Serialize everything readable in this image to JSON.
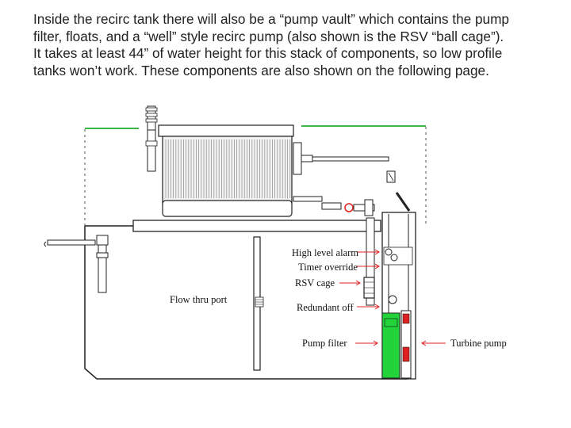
{
  "caption": {
    "lines": [
      "Inside the recirc tank there will also be a “pump vault” which contains the pump",
      "filter, floats, and a “well” style recirc pump (also shown is the RSV “ball cage”).",
      "It takes at least 44” of water height for this stack of components, so low profile",
      "tanks won’t work. These components are also shown on the following page."
    ]
  },
  "diagram": {
    "labels": {
      "high_level_alarm": "High level alarm",
      "timer_override": "Timer override",
      "rsv_cage": "RSV cage",
      "flow_thru_port": "Flow thru port",
      "redundant_off": "Redundant off",
      "pump_filter": "Pump filter",
      "turbine_pump": "Turbine pump"
    },
    "colors": {
      "filter_green": "#22d43a",
      "grass_green": "#3cb84a",
      "tank_line": "#222222",
      "pump_red": "#e02020"
    }
  }
}
